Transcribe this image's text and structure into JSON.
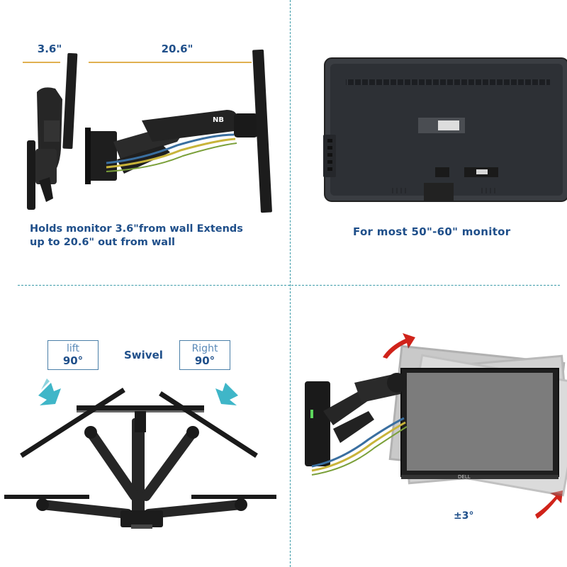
{
  "q1": {
    "dim_left": "3.6\"",
    "dim_right": "20.6\"",
    "caption_line1": "Holds monitor 3.6\"from wall Extends",
    "caption_line2": "up to 20.6\" out from wall",
    "arm_logo": "NB"
  },
  "q2": {
    "caption": "For most 50\"-60\" monitor"
  },
  "q3": {
    "left_box_line1": "lift",
    "left_box_line2": "90°",
    "center_label": "Swivel",
    "right_box_line1": "Right",
    "right_box_line2": "90°"
  },
  "q4": {
    "tilt_label": "±3°",
    "monitor_brand": "DELL"
  },
  "colors": {
    "caption_blue": "#1f4f8a",
    "divider_teal": "#3a9aa8",
    "dimension_line": "#e0b050",
    "arrow_red": "#d0231a",
    "swivel_arrow_teal": "#3fb6c8"
  }
}
